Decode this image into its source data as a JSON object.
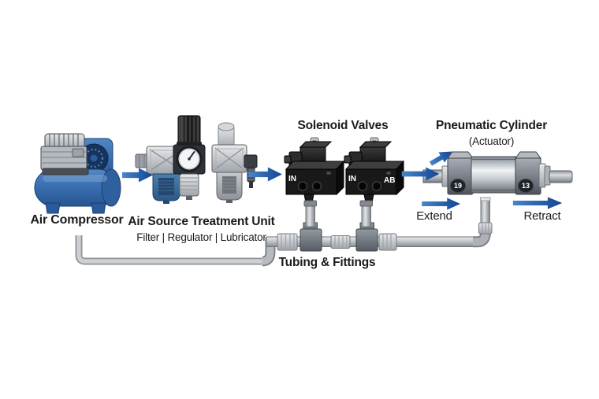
{
  "components": {
    "air_compressor": {
      "label": "Air Compressor"
    },
    "treatment_unit": {
      "label": "Air Source Treatment Unit",
      "sublabel": "Filter | Regulator | Lubricator"
    },
    "solenoid_valves": {
      "label": "Solenoid Valves",
      "valve1_port_in": "IN",
      "valve2_port_in": "IN",
      "valve2_port_out": "AB"
    },
    "pneumatic_cylinder": {
      "label": "Pneumatic Cylinder",
      "sublabel": "(Actuator)",
      "front_cap_badge": "19",
      "rear_cap_badge": "13"
    },
    "tubing": {
      "label": "Tubing & Fittings"
    }
  },
  "annotations": {
    "extend": "Extend",
    "retract": "Retract"
  },
  "colors": {
    "background": "#ffffff",
    "text": "#1b1b1b",
    "flow_arrow_light": "#4b84c6",
    "flow_arrow_dark": "#174390",
    "compressor_blue": "#3a6fb2",
    "filter_bowl_blue": "#3c6b9c",
    "valve_body_black": "#191919",
    "pipe_gray": "#c2c6ca",
    "metal_silver": "#c7cbd0"
  }
}
